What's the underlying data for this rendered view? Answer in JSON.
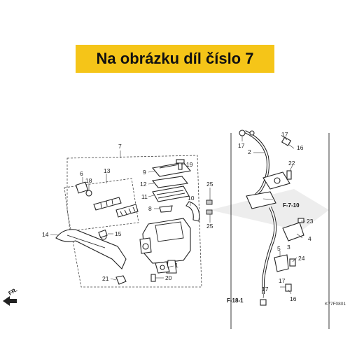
{
  "banner": {
    "text": "Na obrázku díl číslo 7",
    "color": "#f5c518"
  },
  "diagram_code": "K77F0801",
  "fr_label": "FR.",
  "refs": {
    "f710": "F-7-10",
    "f181": "F-18-1"
  },
  "callouts": [
    {
      "id": "c1",
      "text": "1"
    },
    {
      "id": "c2",
      "text": "2"
    },
    {
      "id": "c3",
      "text": "3"
    },
    {
      "id": "c4",
      "text": "4"
    },
    {
      "id": "c5",
      "text": "5"
    },
    {
      "id": "c6",
      "text": "6"
    },
    {
      "id": "c7",
      "text": "7"
    },
    {
      "id": "c8",
      "text": "8"
    },
    {
      "id": "c9",
      "text": "9"
    },
    {
      "id": "c10",
      "text": "10"
    },
    {
      "id": "c11",
      "text": "11"
    },
    {
      "id": "c12",
      "text": "12"
    },
    {
      "id": "c13",
      "text": "13"
    },
    {
      "id": "c14",
      "text": "14"
    },
    {
      "id": "c15",
      "text": "15"
    },
    {
      "id": "c16a",
      "text": "16"
    },
    {
      "id": "c16b",
      "text": "16"
    },
    {
      "id": "c17a",
      "text": "17"
    },
    {
      "id": "c17b",
      "text": "17"
    },
    {
      "id": "c17c",
      "text": "17"
    },
    {
      "id": "c17d",
      "text": "17"
    },
    {
      "id": "c18",
      "text": "18"
    },
    {
      "id": "c19",
      "text": "19"
    },
    {
      "id": "c20",
      "text": "20"
    },
    {
      "id": "c21",
      "text": "21"
    },
    {
      "id": "c22",
      "text": "22"
    },
    {
      "id": "c23",
      "text": "23"
    },
    {
      "id": "c24",
      "text": "24"
    },
    {
      "id": "c25a",
      "text": "25"
    },
    {
      "id": "c25b",
      "text": "25"
    }
  ]
}
